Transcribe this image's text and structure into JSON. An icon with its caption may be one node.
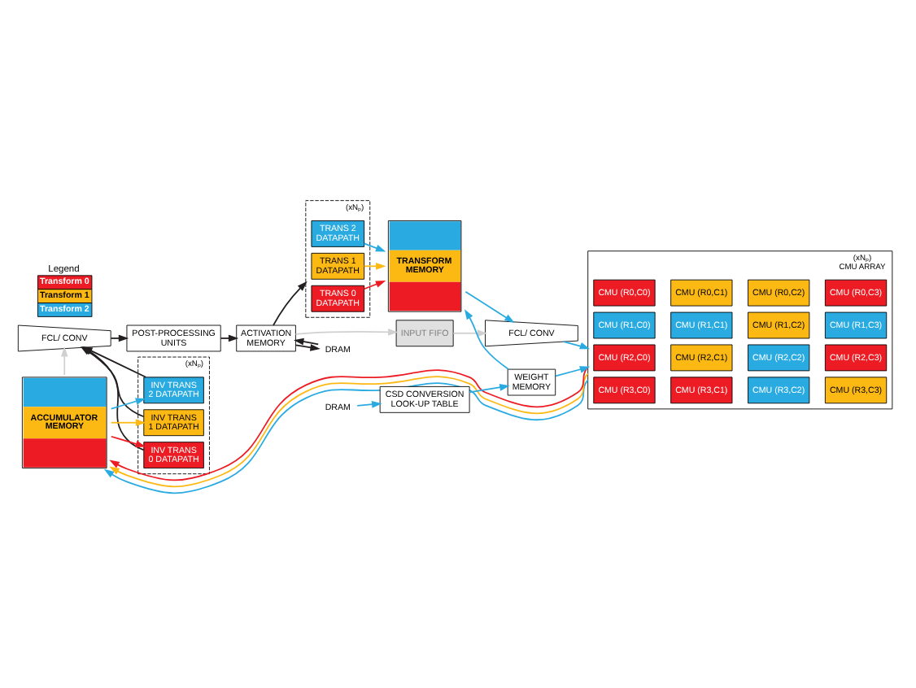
{
  "diagram": {
    "nodes": [
      {
        "text": [
          "FCL/ CONV"
        ]
      },
      {
        "text": [
          "(xNₚ)"
        ]
      },
      {
        "text": [
          "INV TRANS 2 DATAPATH"
        ],
        "in": 1
      },
      {
        "text": [
          "INV TRANS 1 DATAPATH"
        ],
        "in": 1
      },
      {
        "text": [
          "INV TRANS 0 DATAPATH"
        ],
        "in": 1
      },
      {
        "text": [
          "ACCUMULATOR MEMORY"
        ]
      },
      {
        "text": [
          "POST-PROCESSING UNITS"
        ]
      },
      {
        "text": [
          "ACTIVATION MEMORY"
        ]
      },
      {
        "text": [
          "(xNₚ)"
        ]
      },
      {
        "text": [
          "TRANS 2 DATAPATH"
        ],
        "in": 8
      },
      {
        "text": [
          "TRANS 1 DATAPATH"
        ],
        "in": 8
      },
      {
        "text": [
          "TRANS 0 DATAPATH"
        ],
        "in": 8
      },
      {
        "text": [
          "INPUT FIFO"
        ]
      },
      {
        "text": [
          "TRANSFORM MEMORY"
        ]
      },
      {
        "text": [
          "FCL/ CONV"
        ]
      },
      {
        "text": [
          "(xNₚ)",
          "CMU ARRAY"
        ]
      },
      {
        "text": [
          "CMU (R0,C0)"
        ],
        "in": 15
      },
      {
        "text": [
          "CMU (R0,C1)"
        ],
        "in": 15
      },
      {
        "text": [
          "CMU (R0,C2)"
        ],
        "in": 15
      },
      {
        "text": [
          "CMU (R0,C3)"
        ],
        "in": 15
      },
      {
        "text": [
          "CMU (R1,C0)"
        ],
        "in": 15
      },
      {
        "text": [
          "CMU (R1,C1)"
        ],
        "in": 15
      },
      {
        "text": [
          "CMU (R1,C2)"
        ],
        "in": 15
      },
      {
        "text": [
          "CMU (R1,C3)"
        ],
        "in": 15
      },
      {
        "text": [
          "CMU (R2,C0)"
        ],
        "in": 15
      },
      {
        "text": [
          "CMU (R2,C1)"
        ],
        "in": 15
      },
      {
        "text": [
          "CMU (R2,C2)"
        ],
        "in": 15
      },
      {
        "text": [
          "CMU (R2,C3)"
        ],
        "in": 15
      },
      {
        "text": [
          "CMU (R3,C0)"
        ],
        "in": 15
      },
      {
        "text": [
          "CMU (R3,C1)"
        ],
        "in": 15
      },
      {
        "text": [
          "CMU (R3,C2)"
        ],
        "in": 15
      },
      {
        "text": [
          "CMU (R3,C3)"
        ],
        "in": 15
      },
      {
        "text": [
          "WEIGHT MEMORY"
        ]
      },
      {
        "text": [
          "CSD CONVERSION LOOK-UP TABLE"
        ]
      },
      {
        "text": [
          "DRAM"
        ]
      },
      {
        "text": [
          "DRAM"
        ]
      }
    ],
    "edges": [
      {
        "from": 5,
        "to": 0,
        "arrow": "to",
        "color": "#d0d0d0"
      },
      {
        "from": 2,
        "to": 0,
        "arrow": "to",
        "color": "#231f20"
      },
      {
        "from": 3,
        "to": 0,
        "arrow": "to",
        "color": "#231f20"
      },
      {
        "from": 4,
        "to": 0,
        "arrow": "to",
        "color": "#231f20"
      },
      {
        "from": 5,
        "to": 2,
        "arrow": "to",
        "color": "#29abe2"
      },
      {
        "from": 5,
        "to": 3,
        "arrow": "to",
        "color": "#fdb913"
      },
      {
        "from": 5,
        "to": 4,
        "arrow": "to",
        "color": "#ed1c24"
      },
      {
        "from": 0,
        "to": 6,
        "arrow": "to",
        "color": "#231f20"
      },
      {
        "from": 6,
        "to": 7,
        "arrow": "to",
        "color": "#231f20"
      },
      {
        "from": 35,
        "to": 7,
        "arrow": "to",
        "color": "#231f20"
      },
      {
        "from": 7,
        "to": 35,
        "arrow": "to",
        "color": "#231f20"
      },
      {
        "from": 7,
        "to": 8,
        "arrow": "to",
        "color": "#231f20"
      },
      {
        "from": 7,
        "to": 12,
        "arrow": "to",
        "color": "#d0d0d0"
      },
      {
        "from": 9,
        "to": 13,
        "arrow": "to",
        "color": "#29abe2"
      },
      {
        "from": 10,
        "to": 13,
        "arrow": "to",
        "color": "#fdb913"
      },
      {
        "from": 11,
        "to": 13,
        "arrow": "to",
        "color": "#ed1c24"
      },
      {
        "from": 12,
        "to": 14,
        "arrow": "to",
        "color": "#d0d0d0"
      },
      {
        "from": 13,
        "to": 14,
        "arrow": "to",
        "color": "#29abe2"
      },
      {
        "from": 14,
        "to": 15,
        "arrow": "to",
        "color": "#29abe2"
      },
      {
        "from": 15,
        "to": 5,
        "arrow": "to",
        "color": "#29abe2"
      },
      {
        "from": 15,
        "to": 5,
        "arrow": "to",
        "color": "#fdb913"
      },
      {
        "from": 15,
        "to": 5,
        "arrow": "to",
        "color": "#ed1c24"
      },
      {
        "from": 34,
        "to": 33,
        "arrow": "to",
        "color": "#29abe2"
      },
      {
        "from": 33,
        "to": 32,
        "arrow": "to",
        "color": "#29abe2"
      },
      {
        "from": 32,
        "to": 15,
        "arrow": "to",
        "color": "#29abe2"
      },
      {
        "from": 32,
        "to": 13,
        "arrow": "to",
        "color": "#29abe2"
      }
    ],
    "legend": [
      {
        "text": "Legend"
      },
      {
        "text": "Transform 0",
        "color": "#ed1c24"
      },
      {
        "text": "Transform 1",
        "color": "#fdb913"
      },
      {
        "text": "Transform 2",
        "color": "#29abe2"
      }
    ]
  }
}
